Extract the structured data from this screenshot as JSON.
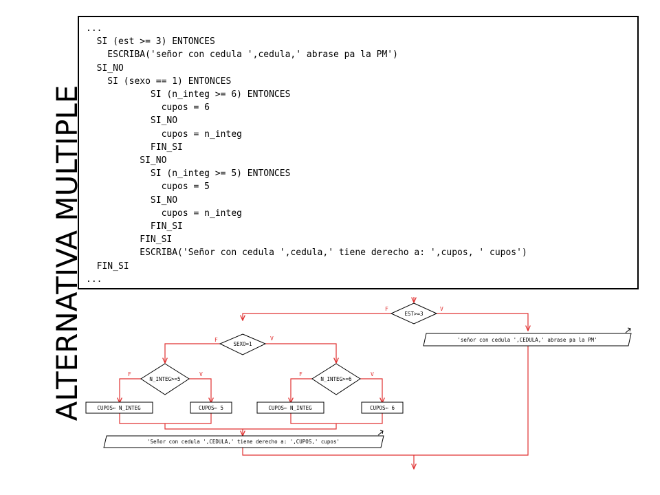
{
  "title": "ALTERNATIVA MULTIPLE",
  "code_lines": [
    "...",
    "  SI (est >= 3) ENTONCES",
    "    ESCRIBA('señor con cedula ',cedula,' abrase pa la PM')",
    "  SI_NO",
    "    SI (sexo == 1) ENTONCES",
    "            SI (n_integ >= 6) ENTONCES",
    "              cupos = 6",
    "            SI_NO",
    "              cupos = n_integ",
    "            FIN_SI",
    "          SI_NO",
    "            SI (n_integ >= 5) ENTONCES",
    "              cupos = 5",
    "            SI_NO",
    "              cupos = n_integ",
    "            FIN_SI",
    "          FIN_SI",
    "          ESCRIBA('Señor con cedula ',cedula,' tiene derecho a: ',cupos, ' cupos')",
    "  FIN_SI",
    "..."
  ],
  "flowchart": {
    "decision_est": "EST>=3",
    "decision_sexo": "SEXO=1",
    "decision_integ5": "N_INTEG>=5",
    "decision_integ6": "N_INTEG>=6",
    "label_false": "F",
    "label_true": "V",
    "assign_integ_left": "CUPOS← N_INTEG",
    "assign_5": "CUPOS← 5",
    "assign_integ_right": "CUPOS← N_INTEG",
    "assign_6": "CUPOS← 6",
    "output_pm": "'señor con cedula ',CEDULA,' abrase pa la PM'",
    "output_cupos": "'Señor con cedula ',CEDULA,' tiene derecho a: ',CUPOS,' cupos'"
  },
  "colors": {
    "lines": "#e03030",
    "shapes": "#000000"
  }
}
